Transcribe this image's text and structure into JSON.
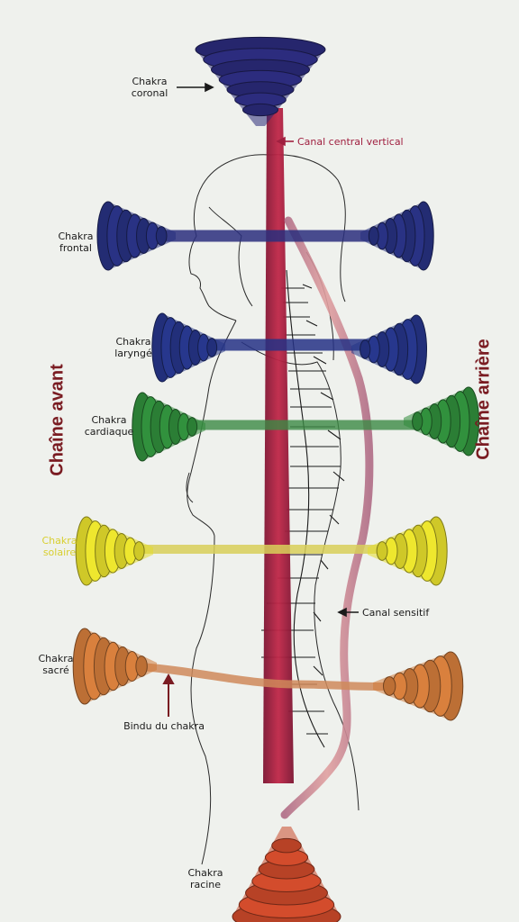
{
  "labels": {
    "coronal": "Chakra\ncoronal",
    "canal_central": "Canal central vertical",
    "frontal": "Chakra\nfrontal",
    "larynge": "Chakra\nlaryngé",
    "cardiaque": "Chakra\ncardiaque",
    "solaire": "Chakra\nsolaire",
    "sacre": "Chakra\nsacré",
    "canal_sensitif": "Canal sensitif",
    "bindu": "Bindu du chakra",
    "racine": "Chakra\nracine",
    "chaine_avant": "Chaîne avant",
    "chaine_arriere": "Chaîne arrière"
  },
  "colors": {
    "coronal": "#2a2a78",
    "frontal": "#27307e",
    "larynge": "#253486",
    "cardiaque": "#2f8a3a",
    "solaire": "#e3dc2c",
    "sacre": "#cf7a3a",
    "racine": "#c9482a",
    "central_channel": "#a8203e",
    "sensitive_channel": "#c8888f",
    "side_text": "#7a1c22",
    "solaire_text": "#d8cf30",
    "canal_text": "#a02040"
  }
}
